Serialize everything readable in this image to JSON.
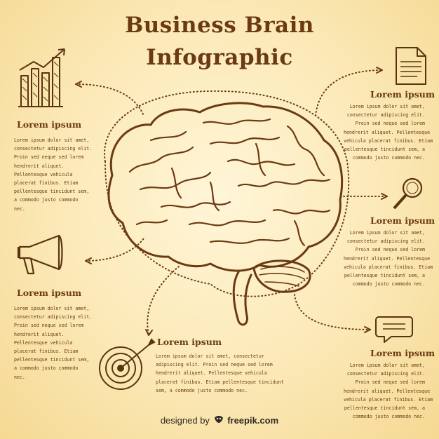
{
  "title": {
    "line1": "Business Brain",
    "line2": "Infographic"
  },
  "sections": [
    {
      "id": "chart",
      "heading": "Lorem ipsum",
      "body": "Lorem ipsum dolor sit amet,\nconsectetur adipiscing elit.\nProin sed neque sed lorem\nhendrerit aliquet.\nPellentesque vehicula\nplacerat finibus. Etiam\npellentesque tincidunt sem,\na commodo justo commodo\nnec.",
      "icon": "bar-chart-icon"
    },
    {
      "id": "document",
      "heading": "Lorem ipsum",
      "body": "Lorem ipsum dolor sit amet,\nconsectetur adipiscing elit.\nProin sed neque sed lorem\nhendrerit aliquet. Pellentesque\nvehicula placerat finibus. Etiam\npellentesque tincidunt sem, a\ncommodo justo commodo nec.",
      "icon": "document-icon"
    },
    {
      "id": "megaphone",
      "heading": "Lorem ipsum",
      "body": "Lorem ipsum dolor sit amet,\nconsectetur adipiscing elit.\nProin sed neque sed lorem\nhendrerit aliquet.\nPellentesque vehicula\nplacerat finibus. Etiam\npellentesque tincidunt sem,\na commodo justo commodo\nnec.",
      "icon": "megaphone-icon"
    },
    {
      "id": "magnifier",
      "heading": "Lorem ipsum",
      "body": "Lorem ipsum dolor sit amet,\nconsectetur adipiscing elit.\nProin sed neque sed lorem\nhendrerit aliquet. Pellentesque\nvehicula placerat finibus. Etiam\npellentesque tincidunt sem, a\ncommodo justo commodo nec.",
      "icon": "magnifier-icon"
    },
    {
      "id": "target",
      "heading": "Lorem ipsum",
      "body": "Lorem ipsum dolor sit amet, consectetur\nadipiscing elit. Proin sed neque sed lorem\nhendrerit aliquet. Pellentesque vehicula\nplacerat finibus. Etiam pellentesque tincidunt\nsem, a commodo justo commodo nec.",
      "icon": "target-icon"
    },
    {
      "id": "chat",
      "heading": "Lorem ipsum",
      "body": "Lorem ipsum dolor sit amet,\nconsectetur adipiscing elit.\nProin sed neque sed lorem\nhendrerit aliquet. Pellentesque\nvehicula placerat finibus. Etiam\npellentesque tincidunt sem, a\ncommodo justo commodo nec.",
      "icon": "speech-bubble-icon"
    }
  ],
  "footer": {
    "prefix": "designed by",
    "brand": "freepik.com"
  },
  "colors": {
    "ink": "#6b3a12",
    "background": "#fbe8b5"
  }
}
